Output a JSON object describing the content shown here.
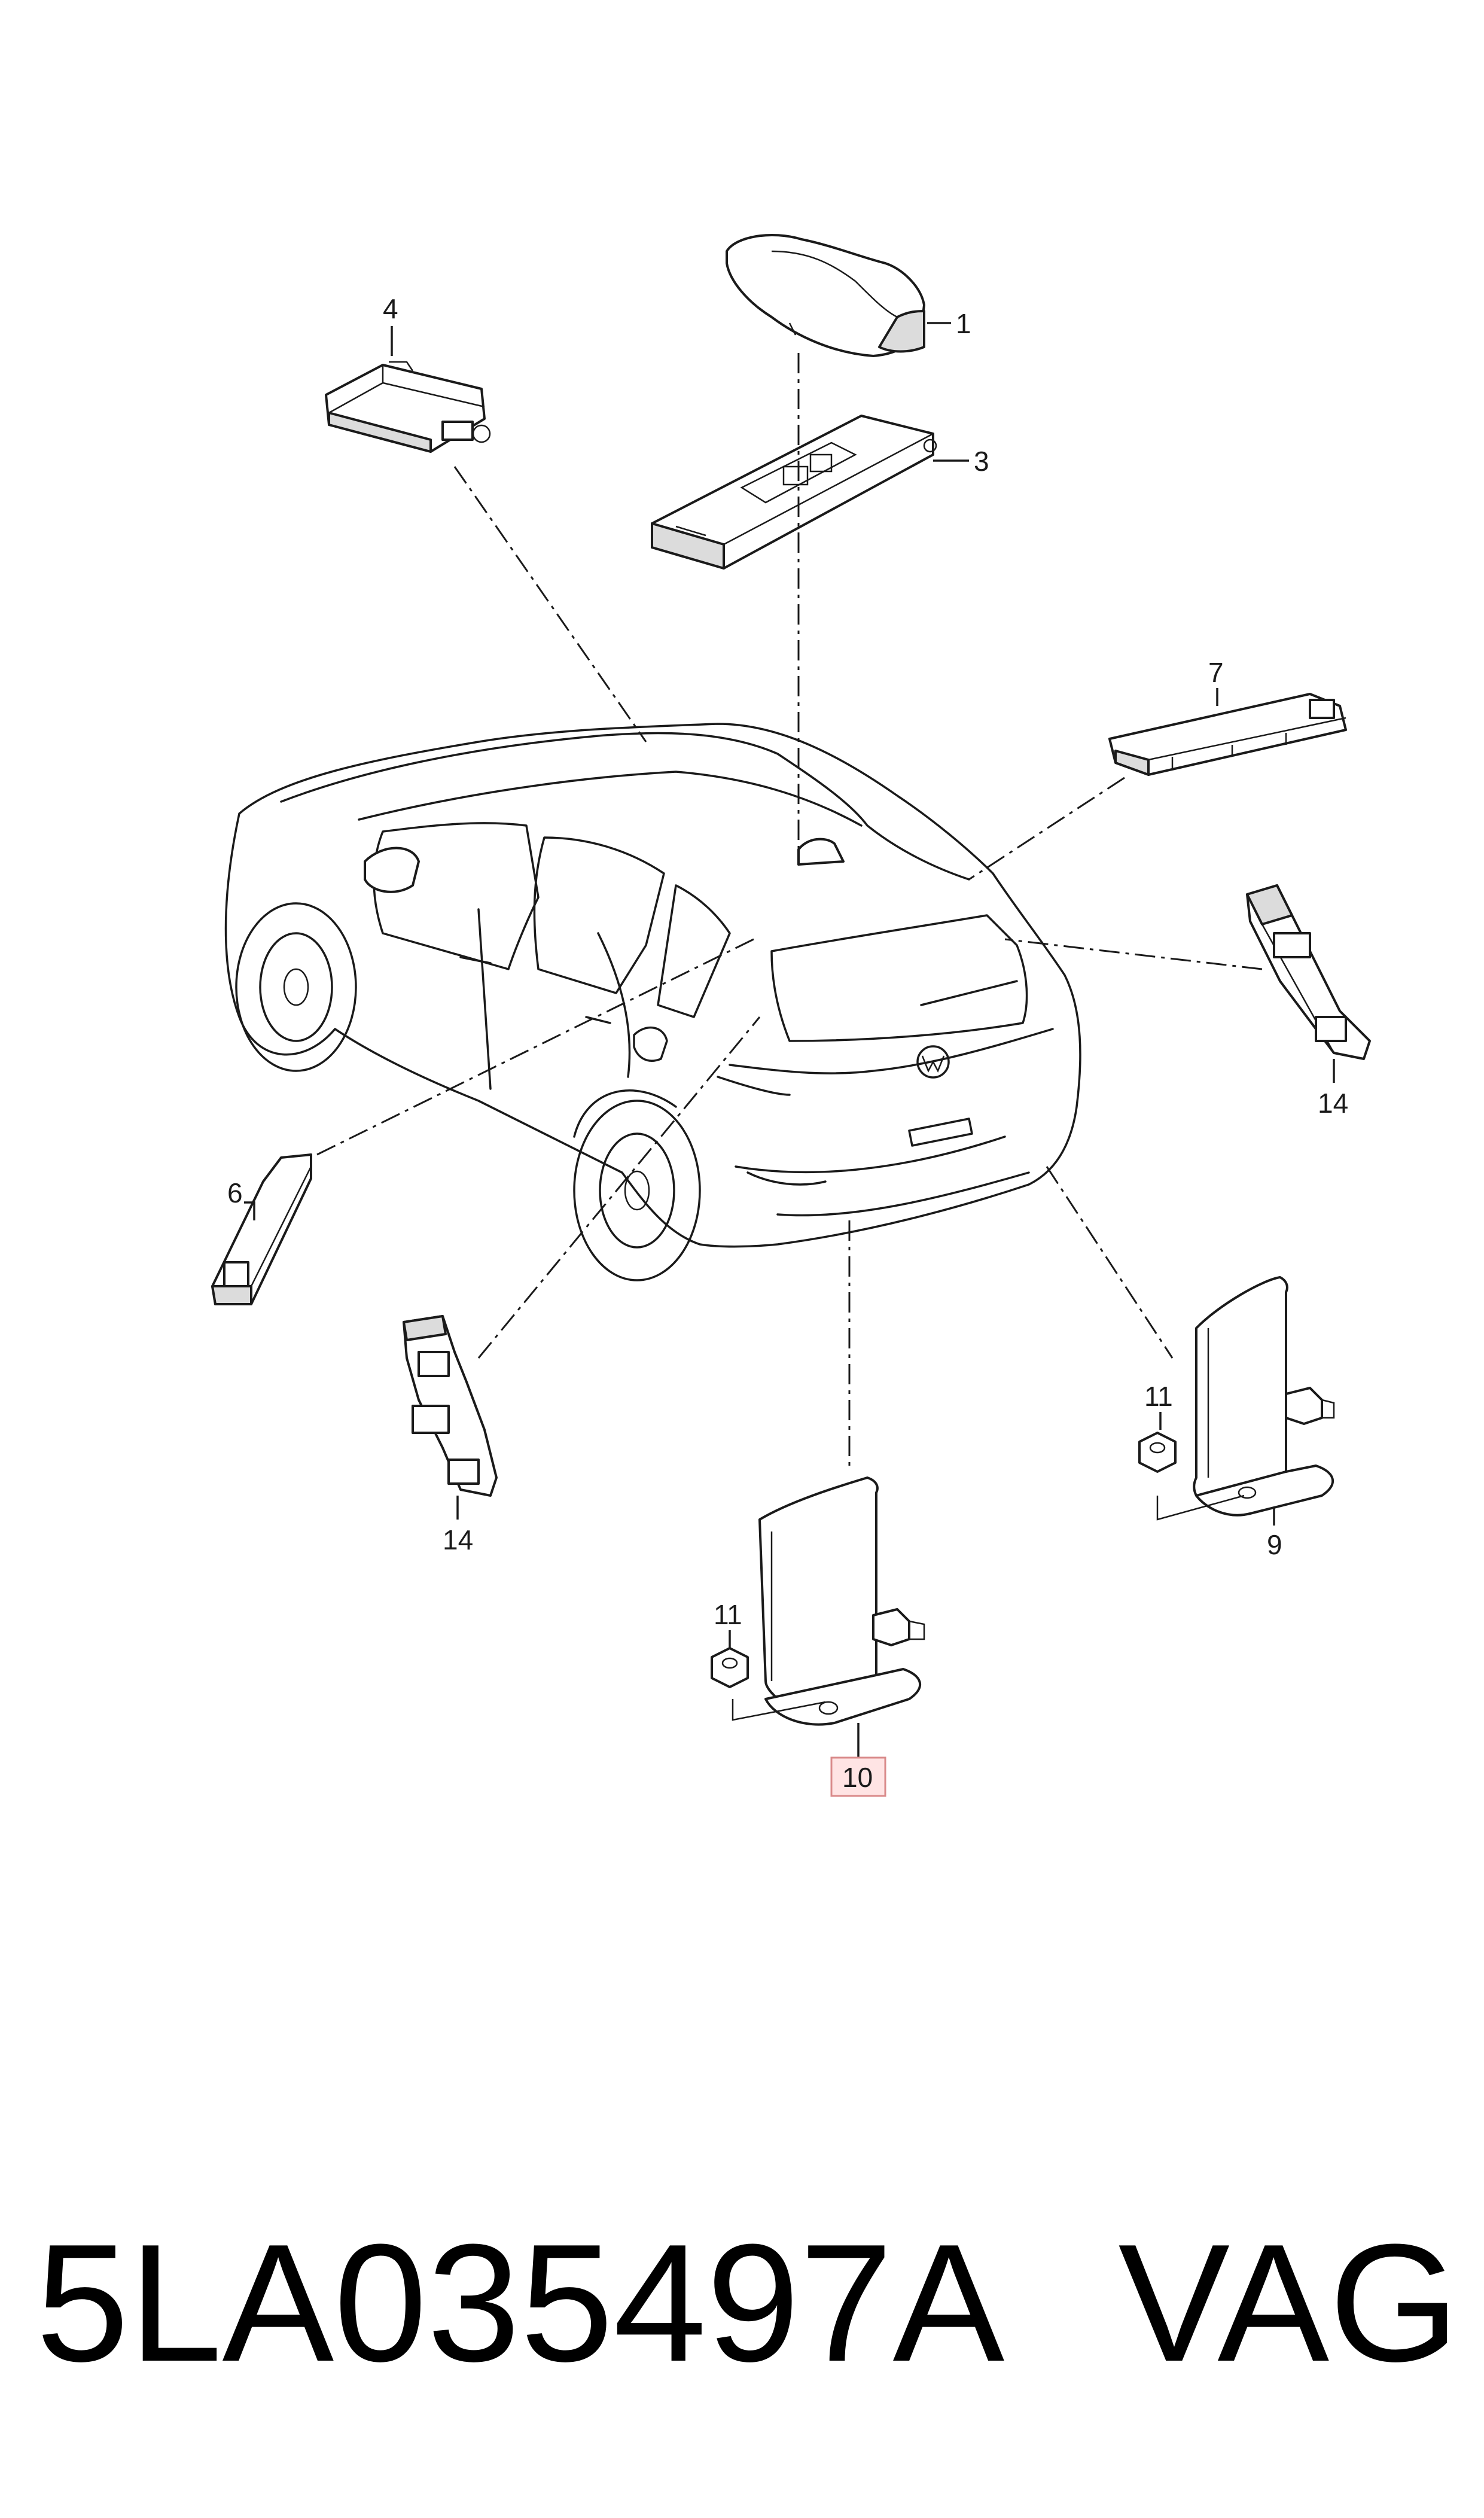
{
  "callouts": [
    {
      "id": "c1",
      "label": "1"
    },
    {
      "id": "c3",
      "label": "3"
    },
    {
      "id": "c4",
      "label": "4"
    },
    {
      "id": "c6",
      "label": "6"
    },
    {
      "id": "c7",
      "label": "7"
    },
    {
      "id": "c9",
      "label": "9"
    },
    {
      "id": "c10",
      "label": "10"
    },
    {
      "id": "c11a",
      "label": "11"
    },
    {
      "id": "c11b",
      "label": "11"
    },
    {
      "id": "c14a",
      "label": "14"
    },
    {
      "id": "c14b",
      "label": "14"
    }
  ],
  "highlight": {
    "label": "10",
    "color": "#ffe4e4",
    "border": "#d98a8a"
  },
  "footer": {
    "part_number": "5LA035497A",
    "brand": "VAG"
  }
}
